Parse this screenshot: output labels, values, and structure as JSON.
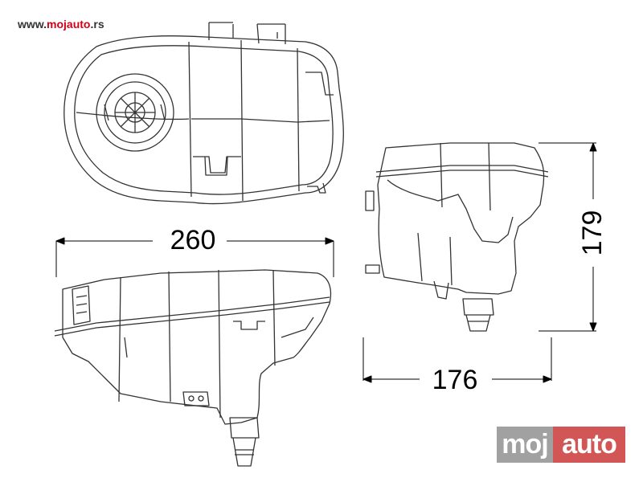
{
  "watermark": {
    "url_prefix": "www.",
    "url_brand": "mojauto",
    "url_suffix": ".rs",
    "logo_left": "moj",
    "logo_right": "auto"
  },
  "dimensions": {
    "width": "260",
    "height": "179",
    "depth": "176"
  },
  "colors": {
    "line": "#333333",
    "accent": "#d0021b",
    "logo_grey": "#8a8a8a",
    "logo_red": "#c92d2d"
  }
}
